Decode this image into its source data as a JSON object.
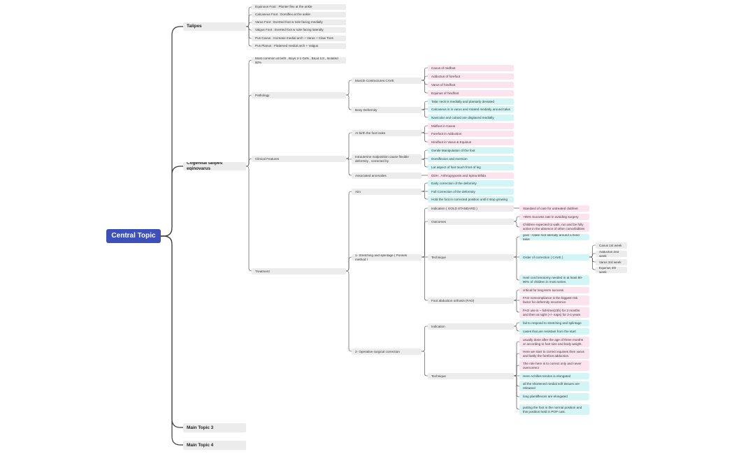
{
  "colors": {
    "root": "#3d4fb8",
    "connector": "#3a3a3a",
    "gray": "#ececec",
    "pink": "#fce4ee",
    "cyan": "#d4f5f5"
  },
  "root": {
    "label": "Central Topic"
  },
  "talipes": {
    "label": "Talipes",
    "items": [
      "Equinous Foot : Planter flex at the ankle",
      "Calcaneus Foot : Dorsiflex at the ankle",
      "Varus Foot : Everted foot w sole facing medially",
      "Valgus Foot : Everted foot w sole facing laterally",
      "Pus Cavus : Increase medial arch + Varus + Claw Toes",
      "Pus Planus : Flattened medial arch + Valgus"
    ]
  },
  "cte": {
    "label": "Cogenital talipes eqinovarus",
    "most_common": "Most common at birth , Boys 2-1 Girls , BiLat 1/3 , Isolated 80%",
    "pathology": {
      "label": "Pathology",
      "muscle": {
        "label": "Muscle Contractures CAVE",
        "items": [
          "Cavus of midfoot",
          "Adductus of forefoot",
          "Varus of hindfoot",
          "Equinus of hindfoot"
        ]
      },
      "bony": {
        "label": "Bony Deformity",
        "items": [
          "Talar neck is medially and plantarly deviated",
          "Calcaneus is in varus and rotated medially around talus",
          "Navicular and cuboid are displaced medially"
        ]
      }
    },
    "clinical": {
      "label": "Clinical Features",
      "at_birth": {
        "label": "At birth the foot looks",
        "items": [
          "Midfoot in Cavus",
          "Forefoot in Adduction",
          "Hindfoot in Varus & Equinus"
        ]
      },
      "intrauterine": {
        "label": "Intrauterine malposition cause flexible deformity , corrected by",
        "items": [
          "Gentle Manipulation of the foot",
          "Dorsiflexion and eversion",
          "Lat aspect of foot touch front of leg"
        ]
      },
      "associated": {
        "label": "Associated anomalies",
        "items": [
          "DDH , Arthrogryposis and Spina Bifida"
        ]
      }
    },
    "treatment": {
      "label": "Treatment",
      "aim": {
        "label": "Aim",
        "items": [
          "Early correction of the deformity",
          "Full Correction of the deformity",
          "Hold the foot in corrected position until it stop growing"
        ]
      },
      "ponseti": {
        "label": "1- Stretching and splintage ( Ponseti method )",
        "indication": {
          "label": "Indication ( GOLD STANDARD )",
          "items": [
            "Standard of care for untreated clubfeet"
          ]
        },
        "outcomes": {
          "label": "Outcomes",
          "items": [
            "+95% Success rate in avoiding surgery",
            "Children expected to walk, run and be fully active in the absence of other comorbidities"
          ]
        },
        "technique": {
          "label": "Technique",
          "goal": "goal : rotate foot laterally around a fixed talus",
          "order": {
            "label": "Order of correction ( CAVE )",
            "items": [
              "Cavus 1st week",
              "Adductus 2nd week",
              "Varus 3rd week",
              "Equinus 4th week"
            ]
          },
          "heel": "Heel cord tenotomy needed in at least 80-90% of children in most series"
        },
        "fao": {
          "label": "Foot abduction orthosis (FAO)",
          "items": [
            "critical for long-term success",
            "FAO noncompliance is the biggest risk factor for deformity recurrence",
            "FAO use is ~ full-time(23h) for 3 months and then at night (+/- naps) for 2-4 years"
          ]
        }
      },
      "operative": {
        "label": "2- Operative surgical correction",
        "indication": {
          "label": "Indication",
          "items": [
            "fail to respond to stretching and splintage",
            "cases that are resistant from the start"
          ]
        },
        "technique": {
          "label": "Technique",
          "pink_items": [
            "usually done after the age of three months or according to foot size and body weight.",
            "Here we start to correct equines then varus and lastly the forefoot adduction.",
            "The role here is to correct only and never overcorrect"
          ],
          "cyan_items": [
            "Here Achilles tendon is elongated",
            "all the shortened medial soft tissues are released",
            "long plantiflexors are elongated",
            "putting the foot in the normal position and this position held in POP cast."
          ]
        }
      }
    }
  },
  "main3": {
    "label": "Main Topic 3"
  },
  "main4": {
    "label": "Main Topic 4"
  }
}
